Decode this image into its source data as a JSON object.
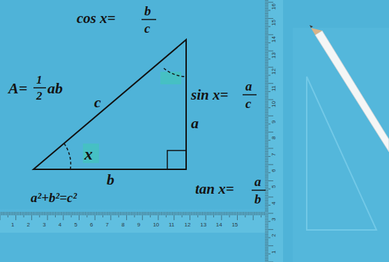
{
  "diagram": {
    "labels": [
      "cos x=",
      "b",
      "c",
      "A=",
      "1",
      "2",
      "ab",
      "c",
      "sin x=",
      "a",
      "c",
      "a",
      "x",
      "b",
      "tan x=",
      "a",
      "b",
      "a²+b²=c²",
      "16",
      "15",
      "14",
      "13",
      "12",
      "11",
      "10",
      "9",
      "8",
      "7",
      "6",
      "5",
      "4",
      "3",
      "2",
      "1",
      "1",
      "2",
      "3",
      "4",
      "5",
      "6",
      "7",
      "8",
      "9",
      "10",
      "11",
      "12",
      "13",
      "14",
      "15"
    ]
  }
}
